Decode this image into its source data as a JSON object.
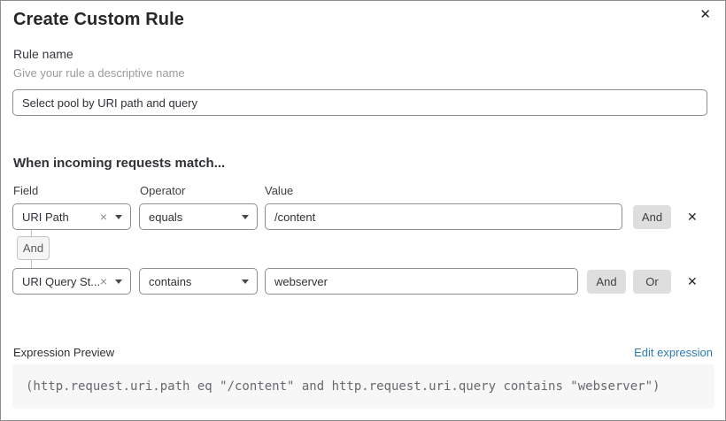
{
  "header": {
    "title": "Create Custom Rule",
    "close_icon": "✕"
  },
  "rule_name": {
    "label": "Rule name",
    "helper": "Give your rule a descriptive name",
    "value": "Select pool by URI path and query"
  },
  "matcher": {
    "heading": "When incoming requests match...",
    "columns": {
      "field": "Field",
      "operator": "Operator",
      "value": "Value"
    },
    "connector_label": "And",
    "rows": [
      {
        "field": "URI Path",
        "operator": "equals",
        "value": "/content",
        "and_label": "And",
        "clear_icon": "×",
        "remove_icon": "✕"
      },
      {
        "field": "URI Query St...",
        "operator": "contains",
        "value": "webserver",
        "and_label": "And",
        "or_label": "Or",
        "clear_icon": "×",
        "remove_icon": "✕"
      }
    ]
  },
  "expression_preview": {
    "label": "Expression Preview",
    "edit_link": "Edit expression",
    "expression": "(http.request.uri.path eq \"/content\" and http.request.uri.query contains \"webserver\")"
  },
  "colors": {
    "link_blue": "#2c7cb0",
    "button_bg": "#dedede",
    "input_border": "#8f8f8f",
    "code_bg": "#f7f7f7"
  }
}
